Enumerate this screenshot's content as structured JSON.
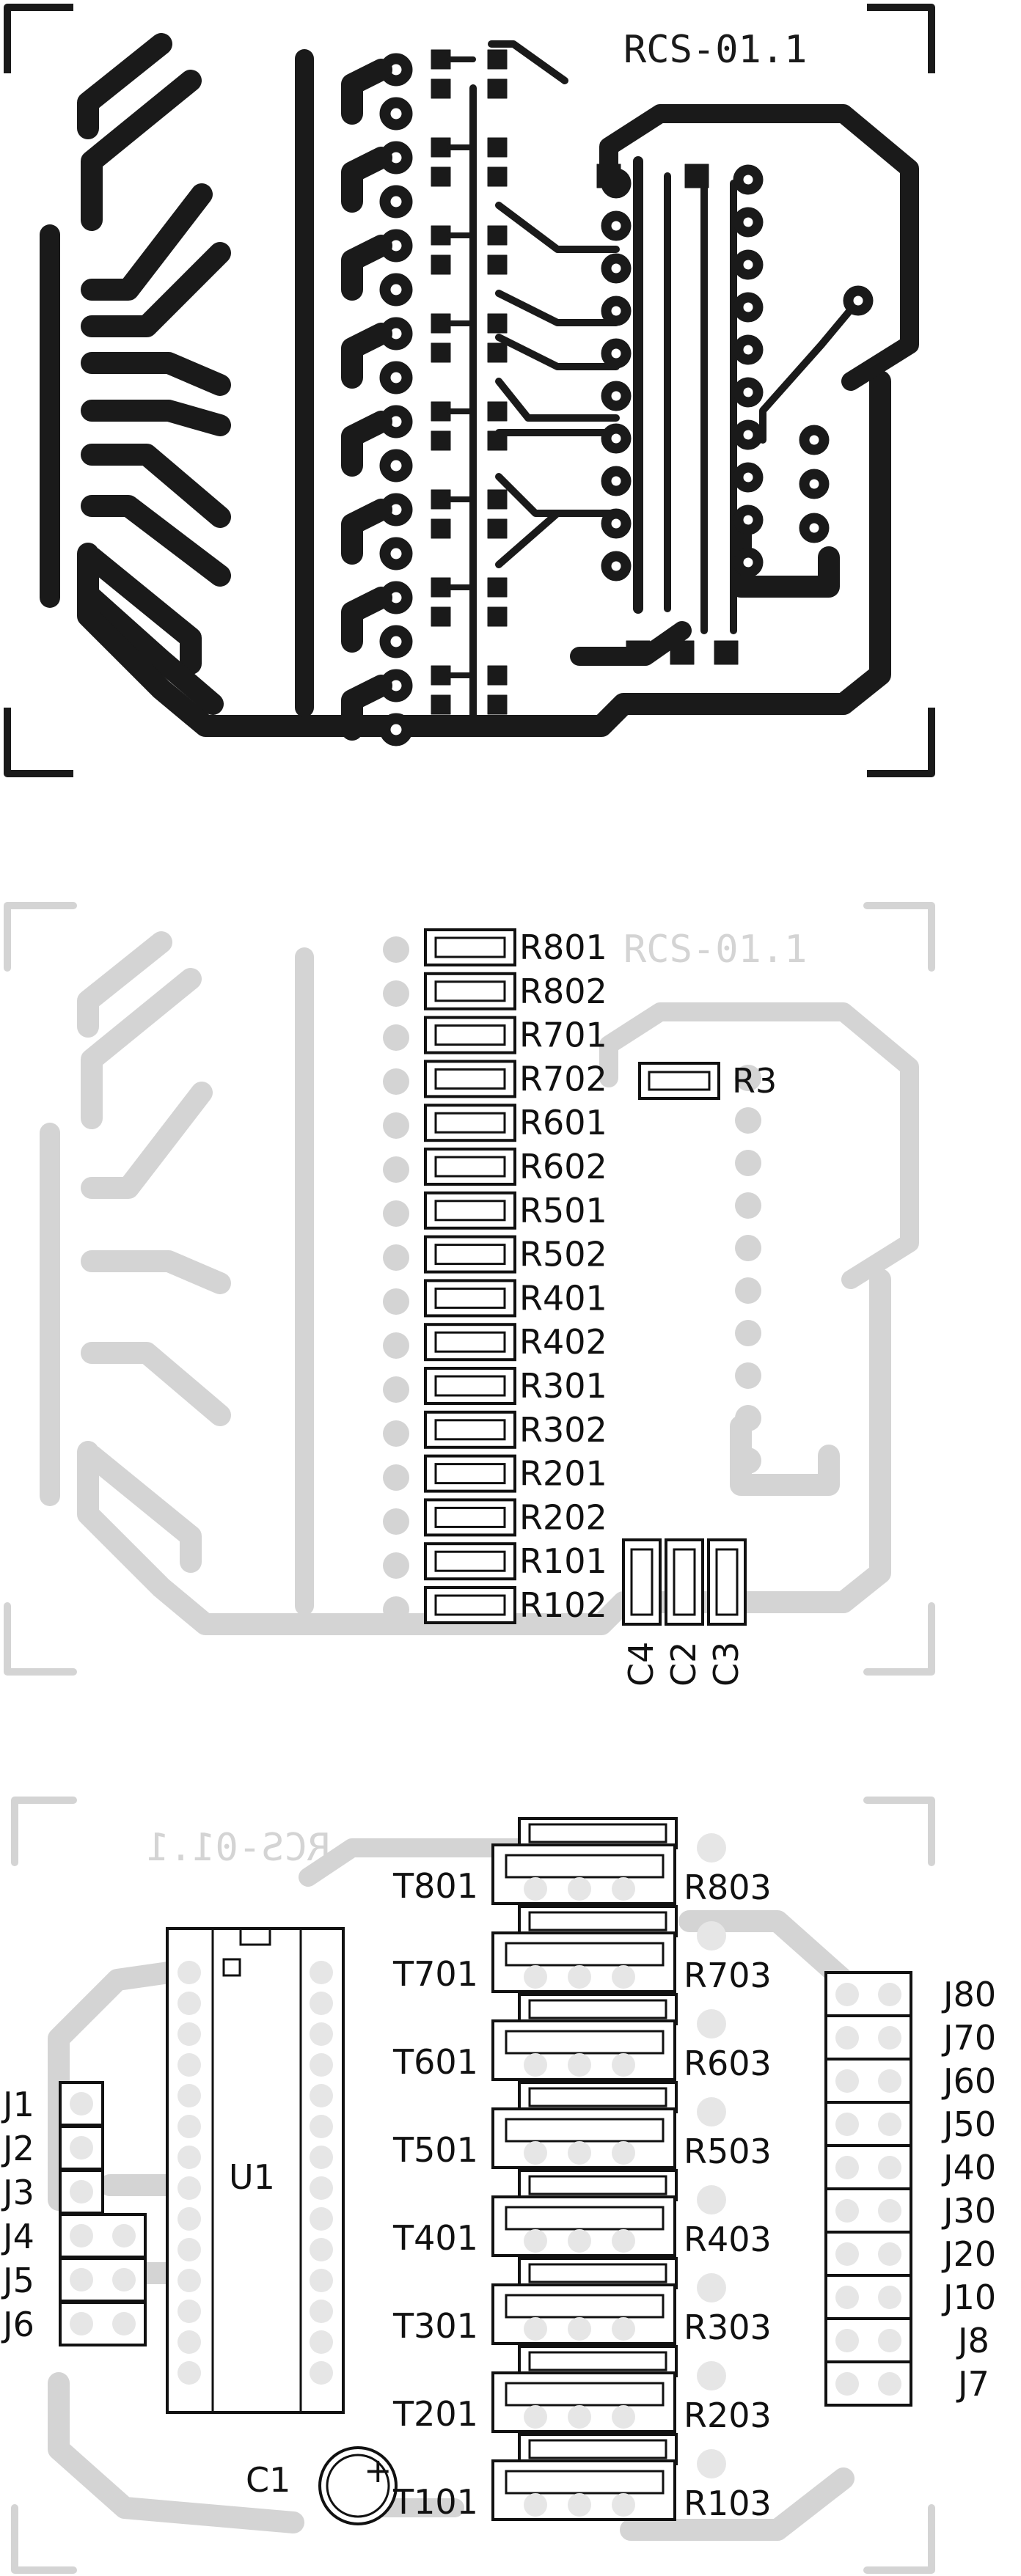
{
  "board_id": "RCS-01.1",
  "colors": {
    "copper": "#1a1a1a",
    "ghost": "#d4d4d4",
    "ink": "#111111",
    "paper": "#ffffff"
  },
  "copper_view": {
    "title": "RCS-01.1"
  },
  "component_view": {
    "title": "RCS-01.1",
    "resistors": [
      "R801",
      "R802",
      "R701",
      "R702",
      "R601",
      "R602",
      "R501",
      "R502",
      "R401",
      "R402",
      "R301",
      "R302",
      "R201",
      "R202",
      "R101",
      "R102"
    ],
    "r3": "R3",
    "capacitors": [
      "C4",
      "C2",
      "C3"
    ]
  },
  "bottom_view": {
    "title": "RCS-01.1",
    "transistors": [
      "T801",
      "T701",
      "T601",
      "T501",
      "T401",
      "T301",
      "T201",
      "T101"
    ],
    "resistors": [
      "R803",
      "R703",
      "R603",
      "R503",
      "R403",
      "R303",
      "R203",
      "R103"
    ],
    "jumpers_left": [
      "J1",
      "J2",
      "J3",
      "J4",
      "J5",
      "J6"
    ],
    "connectors_right": [
      "J80",
      "J70",
      "J60",
      "J50",
      "J40",
      "J30",
      "J20",
      "J10",
      "J8",
      "J7"
    ],
    "ic": "U1",
    "cap": "C1",
    "plus": "+"
  }
}
